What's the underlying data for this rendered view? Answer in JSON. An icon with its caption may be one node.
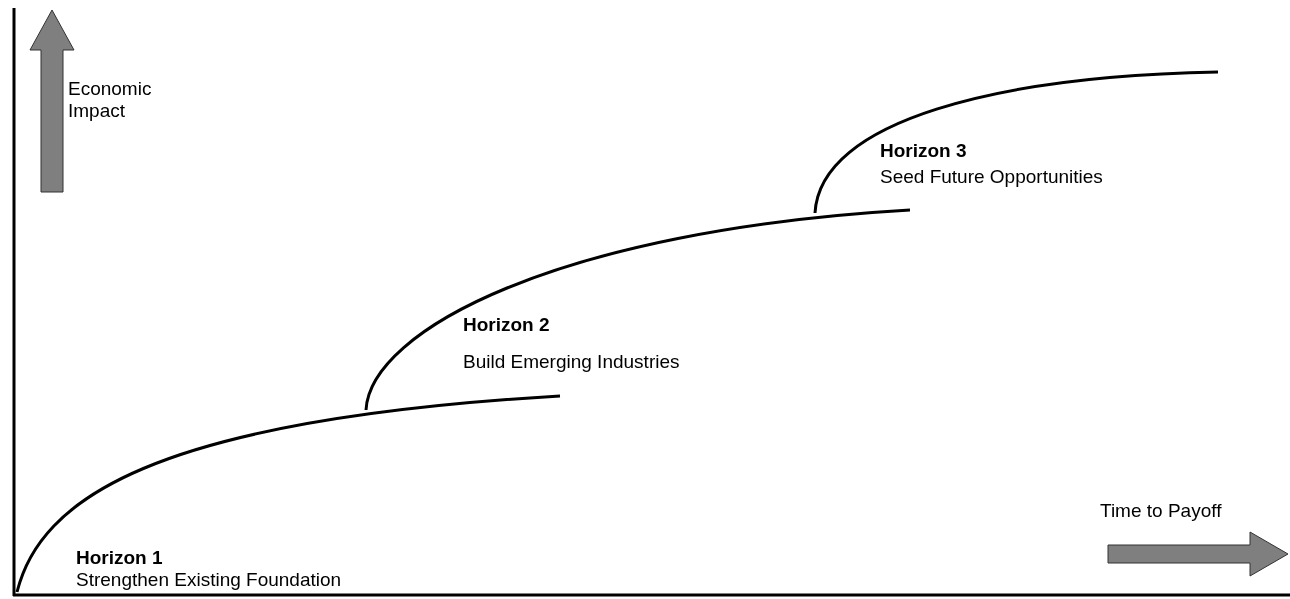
{
  "diagram": {
    "labels": [
      "Economic Impact",
      "Horizon 3",
      "Seed Future Opportunities",
      "Horizon 2",
      "Build Emerging Industries",
      "Time to Payoff",
      "Horizon 1",
      "Strengthen Existing Foundation"
    ]
  }
}
